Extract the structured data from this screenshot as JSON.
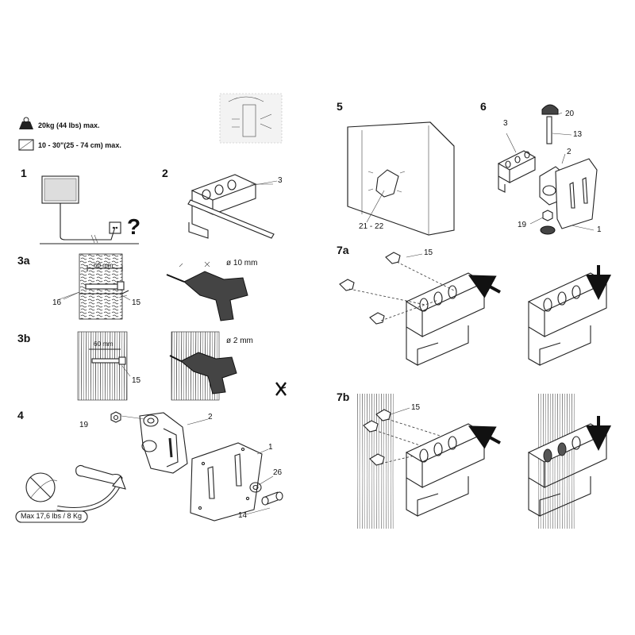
{
  "specs": {
    "weight_max": "20kg (44 lbs) max.",
    "screen_size": "10 - 30\"(25 - 74 cm) max."
  },
  "steps": {
    "s1": "1",
    "s2": "2",
    "s3a": "3a",
    "s3b": "3b",
    "s4": "4",
    "s5": "5",
    "s6": "6",
    "s7a": "7a",
    "s7b": "7b"
  },
  "step1": {
    "question_mark": "?"
  },
  "step2": {
    "part": "3"
  },
  "step3a": {
    "dimension": "60 mm",
    "drill": "ø 10 mm",
    "anchor": "16",
    "screw": "15"
  },
  "step3b": {
    "dimension": "60 mm",
    "drill": "ø 2 mm",
    "screw": "15"
  },
  "step4": {
    "nut": "19",
    "arm": "2",
    "plate": "1",
    "washer": "26",
    "bolt": "14",
    "torque_note": "Max 17,6 lbs / 8 Kg"
  },
  "step5": {
    "parts": "21 - 22"
  },
  "step6": {
    "bracket": "3",
    "cap": "20",
    "pin": "13",
    "arm": "2",
    "nut": "19",
    "plate": "1"
  },
  "step7a": {
    "screws": "15"
  },
  "step7b": {
    "screws": "15"
  },
  "colors": {
    "ink": "#222222",
    "background": "#ffffff"
  },
  "icons": [
    "weight-icon",
    "screen-size-icon",
    "power-outlet-icon",
    "drill-icon",
    "wrench-icon",
    "prohibited-icon",
    "arrow-icon"
  ]
}
